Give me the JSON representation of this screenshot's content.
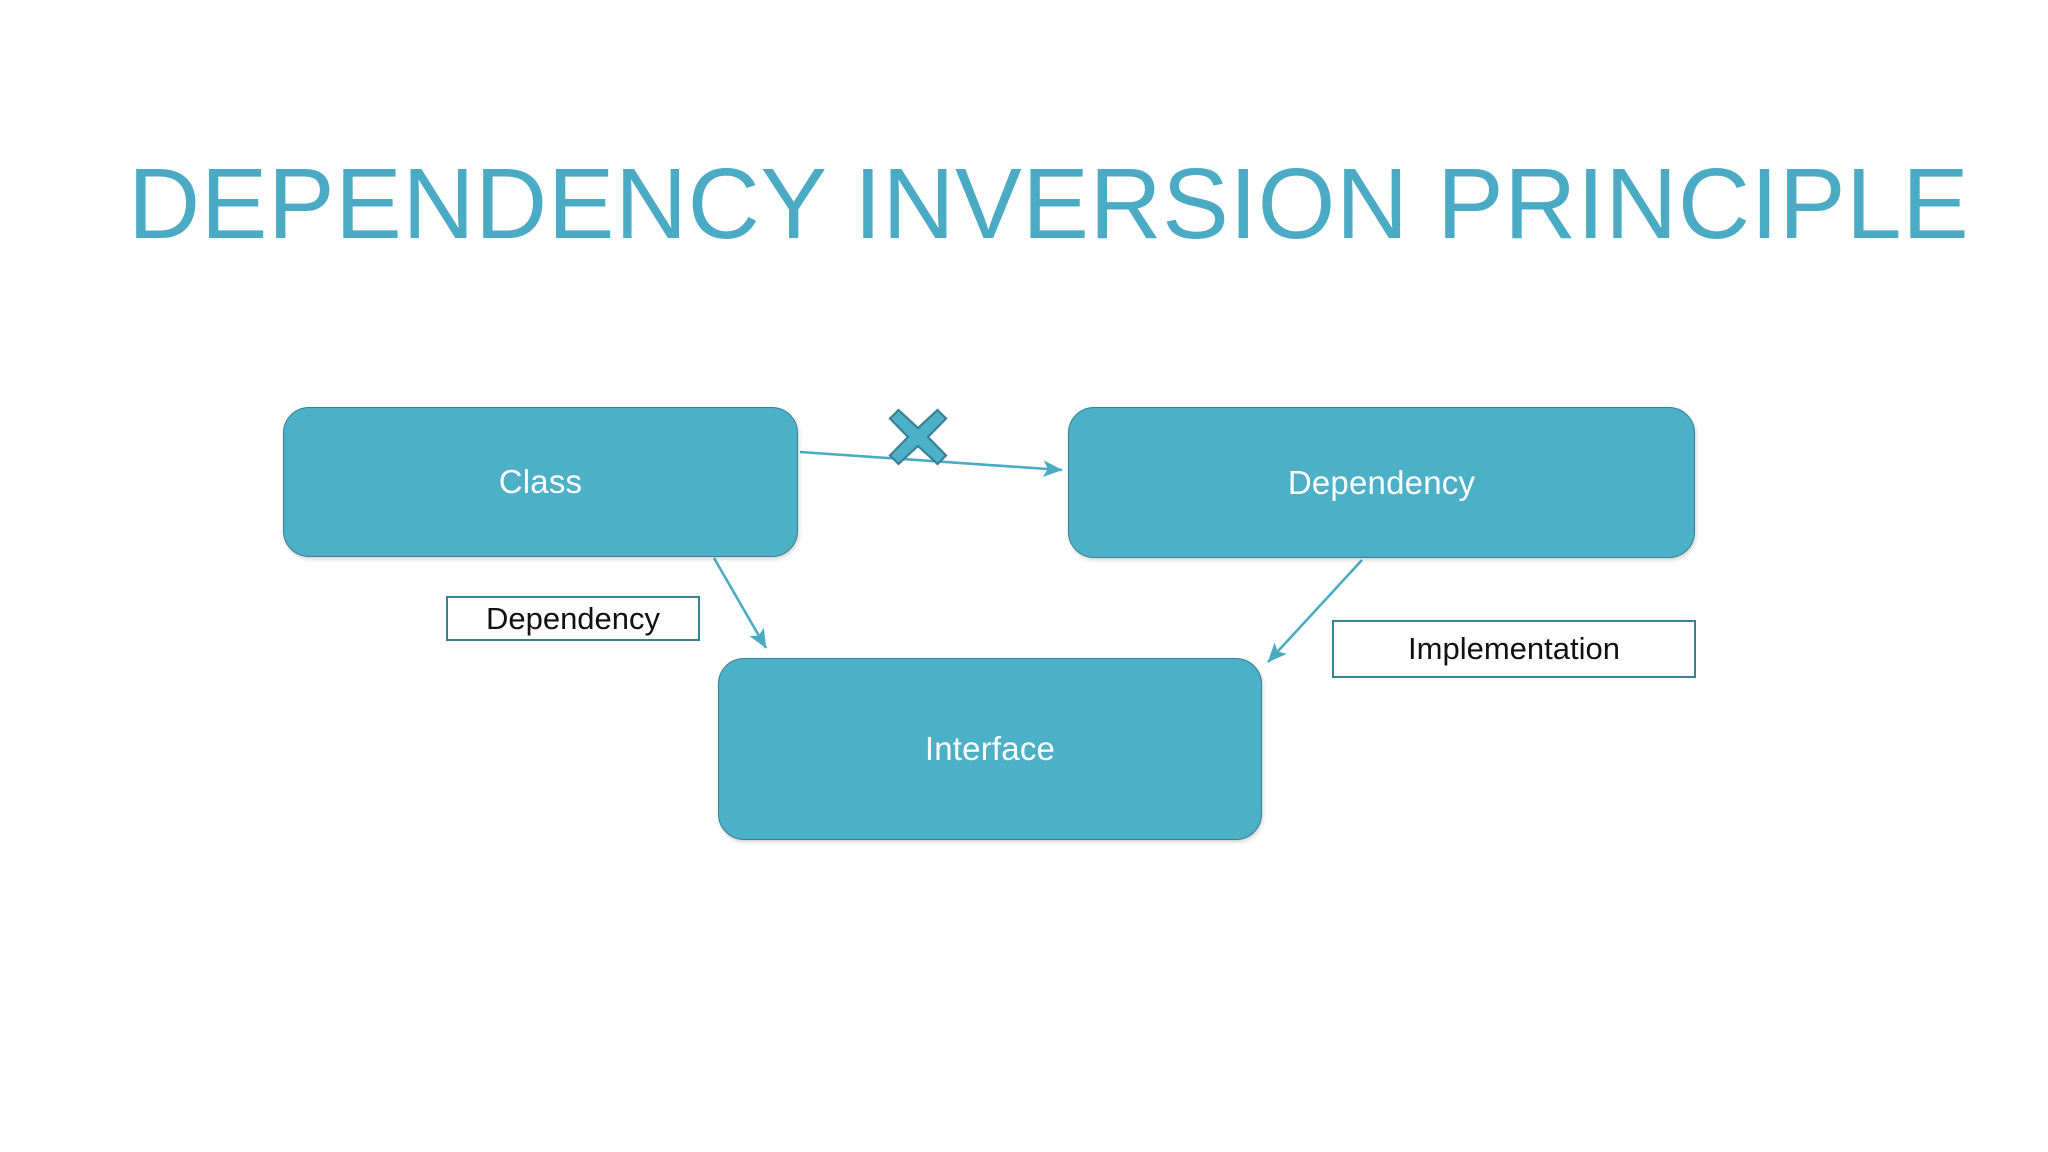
{
  "slide": {
    "title": "DEPENDENCY INVERSION PRINCIPLE",
    "background_color": "#FFFFFF",
    "title_color": "#4BABC4"
  },
  "theme": {
    "node_fill": "#4CB0C6",
    "node_border": "#3A7F92",
    "node_text": "#FFFFFF",
    "caption_fill": "#FFFFFF",
    "caption_border": "#3A7F92",
    "caption_text": "#111111",
    "connector_color": "#4BABC4",
    "cross_fill": "#4CB0C6",
    "cross_stroke": "#3A7F92"
  },
  "diagram": {
    "nodes": [
      {
        "id": "class",
        "label": "Class",
        "shape": "rounded-rectangle"
      },
      {
        "id": "dependency",
        "label": "Dependency",
        "shape": "rounded-rectangle"
      },
      {
        "id": "interface",
        "label": "Interface",
        "shape": "rounded-rectangle"
      }
    ],
    "captions": [
      {
        "id": "dependency-caption",
        "label": "Dependency"
      },
      {
        "id": "implementation-caption",
        "label": "Implementation"
      }
    ],
    "connectors": [
      {
        "id": "class-to-dependency",
        "from": "class",
        "to": "dependency",
        "label": "",
        "crossed_out": true,
        "marker": "arrow"
      },
      {
        "id": "class-to-interface",
        "from": "class",
        "to": "interface",
        "label": "Dependency",
        "crossed_out": false,
        "marker": "arrow"
      },
      {
        "id": "dependency-to-interface",
        "from": "dependency",
        "to": "interface",
        "label": "Implementation",
        "crossed_out": false,
        "marker": "arrow"
      }
    ],
    "markers": [
      {
        "id": "cross-marker",
        "name": "cross-mark-icon",
        "meaning": "forbidden-direct-dependency"
      }
    ]
  }
}
